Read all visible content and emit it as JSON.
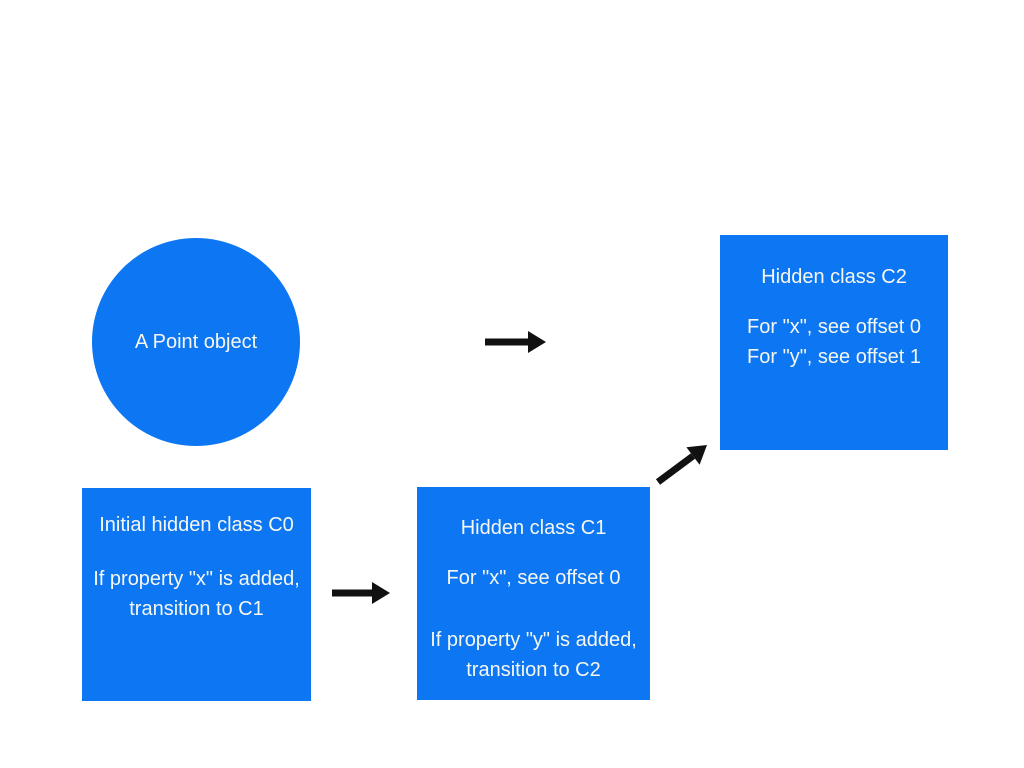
{
  "colors": {
    "background": "#ffffff",
    "node_fill": "#0d76f2",
    "node_text": "#f6f7f1",
    "arrow": "#111111"
  },
  "nodes": {
    "point": {
      "label": "A Point object"
    },
    "c0": {
      "title": "Initial hidden class C0",
      "line1": "If property \"x\" is added,",
      "line2": "transition to C1"
    },
    "c1": {
      "title": "Hidden class C1",
      "line1": "For \"x\", see offset 0",
      "line2": "If property \"y\" is added,",
      "line3": "transition to C2"
    },
    "c2": {
      "title": "Hidden class C2",
      "line1": "For \"x\", see offset 0",
      "line2": "For \"y\", see offset 1"
    }
  }
}
